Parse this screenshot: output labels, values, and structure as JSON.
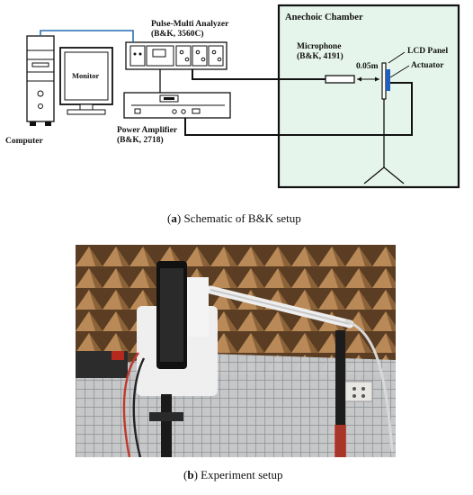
{
  "figure_a": {
    "label_chamber": "Anechoic Chamber",
    "label_analyzer_l1": "Pulse-Multi Analyzer",
    "label_analyzer_l2": "(B&K, 3560C)",
    "label_microphone_l1": "Microphone",
    "label_microphone_l2": "(B&K, 4191)",
    "label_distance": "0.05m",
    "label_lcd": "LCD Panel",
    "label_actuator": "Actuator",
    "label_monitor": "Monitor",
    "label_computer": "Computer",
    "label_amplifier_l1": "Power Amplifier",
    "label_amplifier_l2": "(B&K, 2718)",
    "caption_tag": "a",
    "caption_text": " Schematic of B&K setup"
  },
  "figure_b": {
    "caption_tag": "b",
    "caption_text": " Experiment setup"
  },
  "colors": {
    "chamber_fill": "#e6f5ec",
    "cable": "#1a1a1a",
    "usb_cable": "#2a6fb0",
    "actuator": "#1f5fbf",
    "wedge": "#a8784a"
  }
}
